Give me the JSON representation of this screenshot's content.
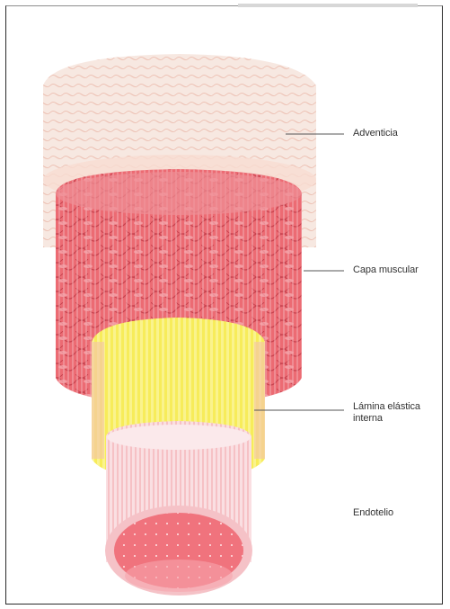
{
  "labels": {
    "adventicia": "Adventicia",
    "capa_muscular": "Capa muscular",
    "lamina_line1": "Lámina elástica",
    "lamina_line2": "interna",
    "endotelio": "Endotelio"
  },
  "colors": {
    "adventitia": "#f3d9cf",
    "muscle": "#ec6b73",
    "muscle_dark": "#d94a55",
    "lamina": "#f7ec5a",
    "lamina_edge": "#f0c9a0",
    "endothelium": "#f9d9dc",
    "lumen": "#f0737d",
    "leader_line": "#555555"
  }
}
